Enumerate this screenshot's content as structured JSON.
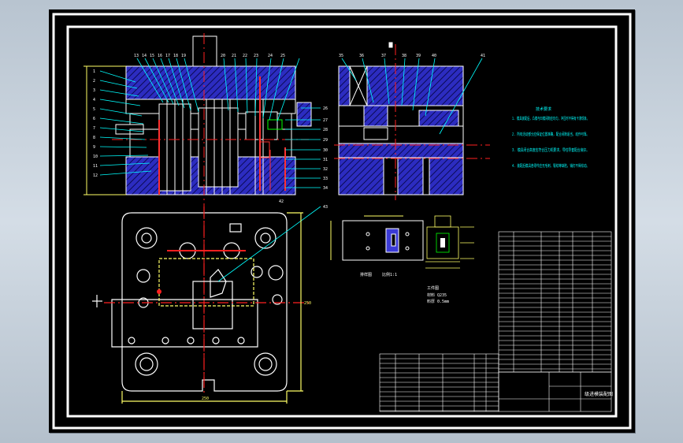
{
  "drawing": {
    "background": "#000000",
    "frame_color": "#ffffff",
    "line_color": "#ffffff",
    "hatch_color": "#3b3bd6",
    "centerline_color": "#ff2020",
    "dimension_color": "#ffff66",
    "leader_color": "#00ffff",
    "highlight_color": "#00ff00"
  },
  "front_view": {
    "balloons": [
      "13",
      "14",
      "15",
      "16",
      "17",
      "18",
      "19",
      "20",
      "21",
      "22",
      "23",
      "24",
      "25"
    ],
    "left_balloons": [
      "1",
      "2",
      "3",
      "4",
      "5",
      "6",
      "7",
      "8",
      "9",
      "10",
      "11",
      "12"
    ],
    "right_balloons": [
      "26",
      "27",
      "28",
      "29",
      "30",
      "31",
      "32",
      "33",
      "34"
    ],
    "bottom_balloon": "42"
  },
  "side_view": {
    "balloons": [
      "35",
      "36",
      "37",
      "38",
      "39",
      "40",
      "41"
    ]
  },
  "plan_view": {
    "balloon": "43",
    "width_dim": "250",
    "height_dim": "250"
  },
  "detail_views": {
    "strip_label": "排样图",
    "strip_sublabel": "比例1:1",
    "part_label": "工件图",
    "part_note_1": "材料  Q235",
    "part_note_2": "料厚  0.5mm"
  },
  "notes": {
    "title": "技术要求",
    "items": [
      "1. 模具装配后，凸模与凹模间隙应均匀，冲压时不得有卡滞现象。",
      "2. 所有活动部分应保证位置准确，配合间隙适当，动作可靠。",
      "3. 模具闭合高度应符合压力机要求，导柱导套配合良好。",
      "4. 装配后模具各零件应无毛刺、裂纹等缺陷，销钉不得松动。"
    ]
  },
  "title_block": {
    "drawing_name": "级进模装配图"
  }
}
